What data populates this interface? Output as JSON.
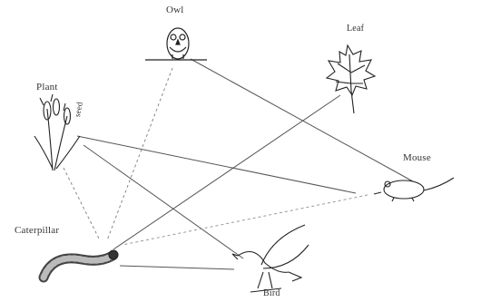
{
  "nodes": {
    "owl": {
      "label": "Owl"
    },
    "leaf": {
      "label": "Leaf"
    },
    "plant": {
      "label": "Plant",
      "sublabel": "seed"
    },
    "mouse": {
      "label": "Mouse"
    },
    "caterpillar": {
      "label": "Caterpillar"
    },
    "bird": {
      "label": "Bird"
    }
  }
}
